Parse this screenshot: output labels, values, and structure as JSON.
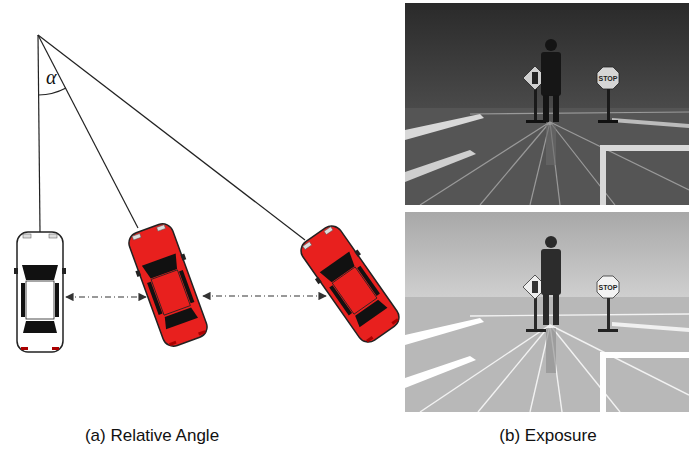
{
  "diagram": {
    "labels": [
      "α",
      "(a) Relative Angle",
      "(b) Exposure",
      "STOP",
      "STOP"
    ]
  }
}
